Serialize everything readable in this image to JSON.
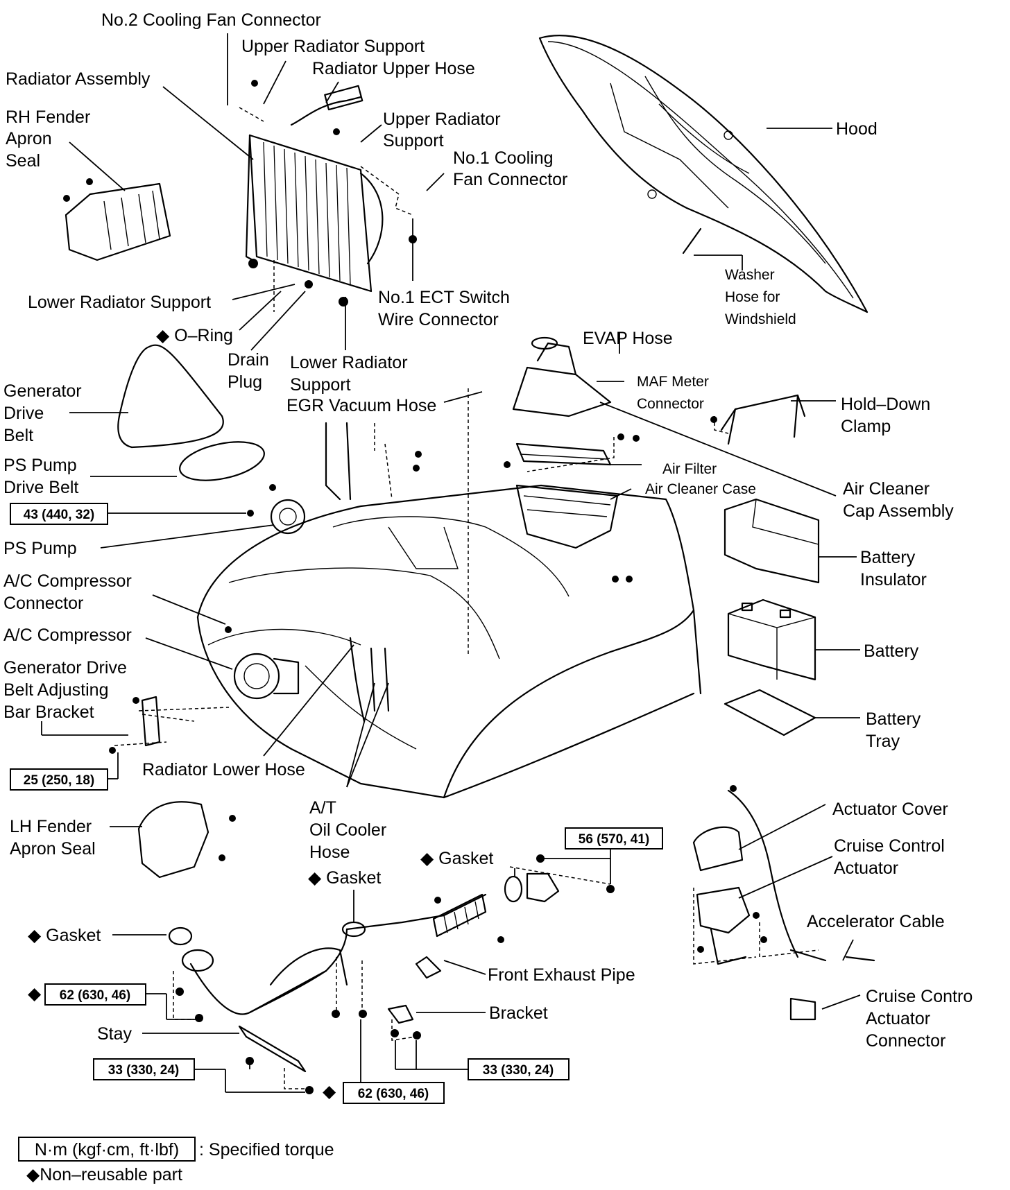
{
  "labels": {
    "no2_cooling_fan_connector": "No.2 Cooling Fan Connector",
    "upper_radiator_support_1": "Upper Radiator Support",
    "radiator_upper_hose": "Radiator Upper Hose",
    "radiator_assembly": "Radiator Assembly",
    "rh_fender_apron_seal": [
      "RH Fender",
      "Apron",
      "Seal"
    ],
    "upper_radiator_support_2": [
      "Upper Radiator",
      "Support"
    ],
    "no1_cooling_fan_connector": [
      "No.1 Cooling",
      "Fan Connector"
    ],
    "hood": "Hood",
    "lower_radiator_support_1": "Lower Radiator Support",
    "no1_ect_switch": [
      "No.1 ECT Switch",
      "Wire Connector"
    ],
    "o_ring": "◆ O–Ring",
    "drain_plug": [
      "Drain",
      "Plug"
    ],
    "washer_hose": [
      "Washer",
      "Hose for",
      "Windshield"
    ],
    "lower_radiator_support_2": [
      "Lower Radiator",
      "Support"
    ],
    "evap_hose": "EVAP Hose",
    "maf_meter_connector": [
      "MAF Meter",
      "Connector"
    ],
    "egr_vacuum_hose": "EGR Vacuum Hose",
    "generator_drive_belt": [
      "Generator",
      "Drive",
      "Belt"
    ],
    "hold_down_clamp": [
      "Hold–Down",
      "Clamp"
    ],
    "ps_pump_drive_belt": [
      "PS Pump",
      "Drive Belt"
    ],
    "air_filter": "Air Filter",
    "air_cleaner_case": "Air Cleaner Case",
    "air_cleaner_cap_assembly": [
      "Air Cleaner",
      "Cap Assembly"
    ],
    "ps_pump": "PS Pump",
    "battery_insulator": [
      "Battery",
      "Insulator"
    ],
    "ac_compressor_connector": [
      "A/C Compressor",
      "Connector"
    ],
    "ac_compressor": "A/C Compressor",
    "battery": "Battery",
    "generator_drive_belt_bracket": [
      "Generator Drive",
      "Belt Adjusting",
      "Bar Bracket"
    ],
    "battery_tray": [
      "Battery",
      "Tray"
    ],
    "radiator_lower_hose": "Radiator Lower Hose",
    "at_oil_cooler_hose": [
      "A/T",
      "Oil Cooler",
      "Hose"
    ],
    "actuator_cover": "Actuator Cover",
    "lh_fender_apron_seal": [
      "LH Fender",
      "Apron Seal"
    ],
    "cruise_control_actuator": [
      "Cruise Control",
      "Actuator"
    ],
    "gasket_1": "◆ Gasket",
    "gasket_2": "◆ Gasket",
    "accelerator_cable": "Accelerator Cable",
    "gasket_3": "◆ Gasket",
    "front_exhaust_pipe": "Front Exhaust Pipe",
    "cruise_control_actuator_connector": [
      "Cruise Contro",
      "Actuator",
      "Connector"
    ],
    "bracket": "Bracket",
    "stay": "Stay"
  },
  "torques": {
    "t_43": "43 (440, 32)",
    "t_25": "25 (250, 18)",
    "t_56": "56 (570, 41)",
    "t_62_left": "62 (630, 46)",
    "t_33_left": "33 (330, 24)",
    "t_33_right": "33 (330, 24)",
    "t_62_bottom": "62 (630, 46)"
  },
  "legend": {
    "torque_unit": "N·m (kgf·cm, ft·lbf)",
    "torque_text": ": Specified torque",
    "nonreusable": "◆Non–reusable part"
  }
}
